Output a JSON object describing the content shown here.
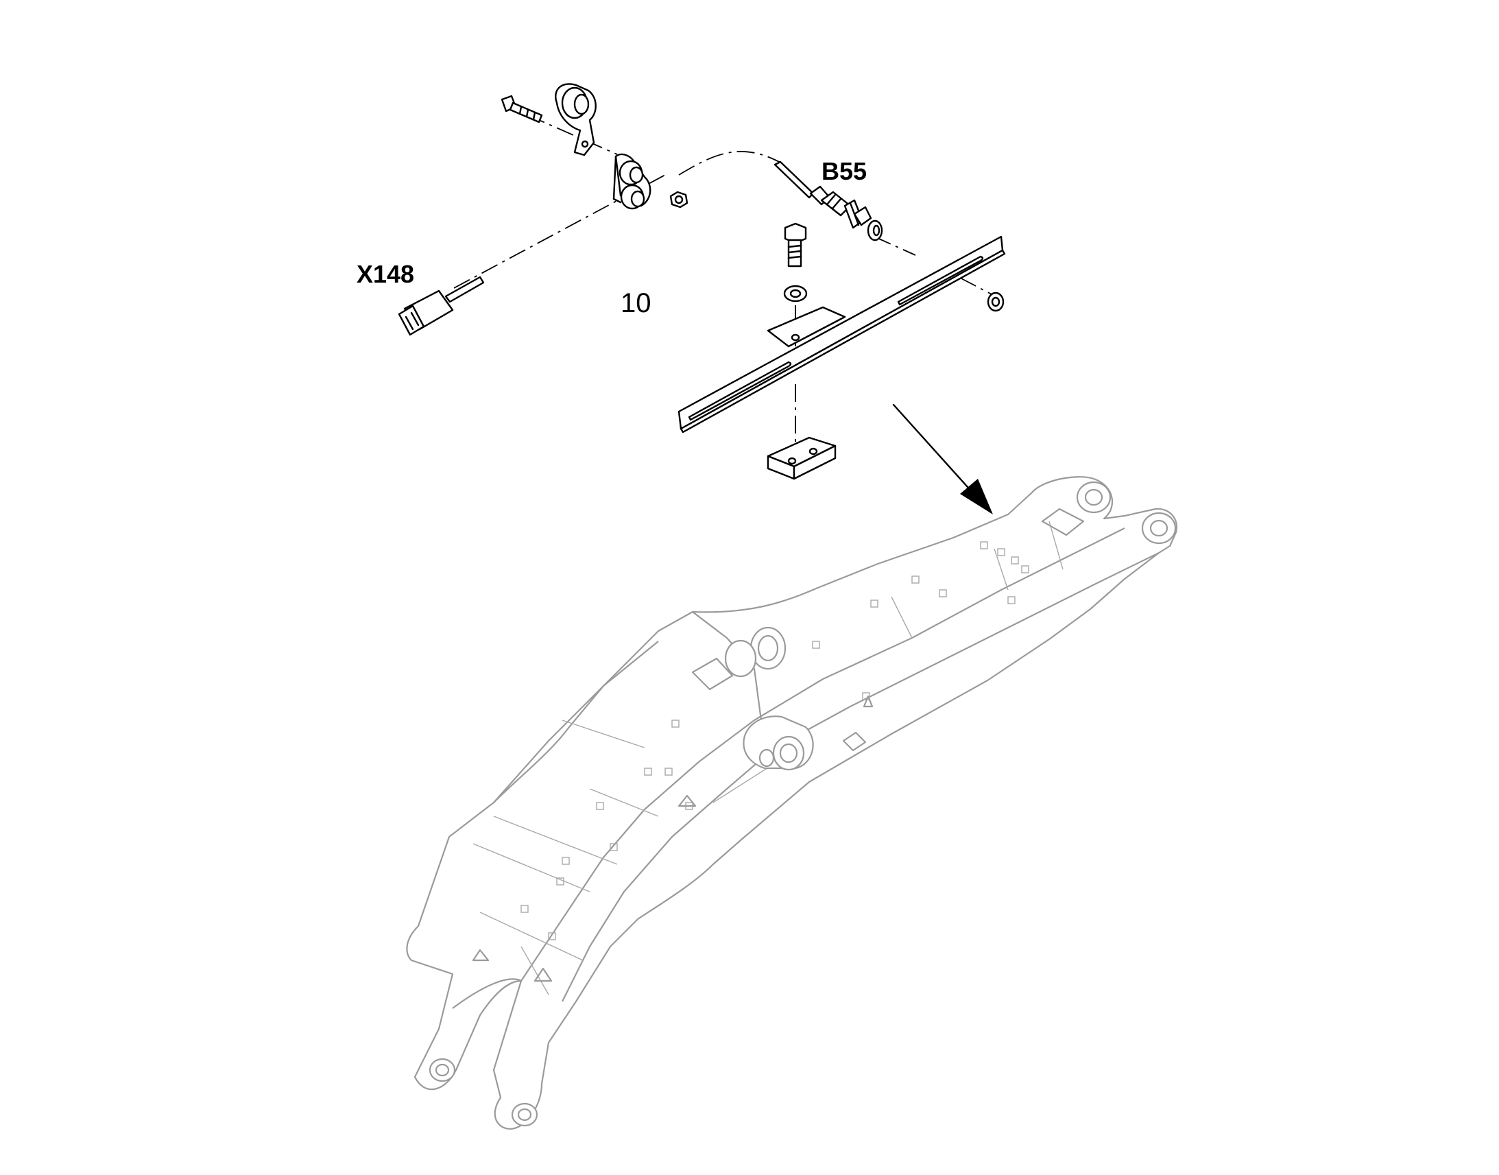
{
  "labels": {
    "sensor": "B55",
    "connector": "X148",
    "item": "10"
  }
}
